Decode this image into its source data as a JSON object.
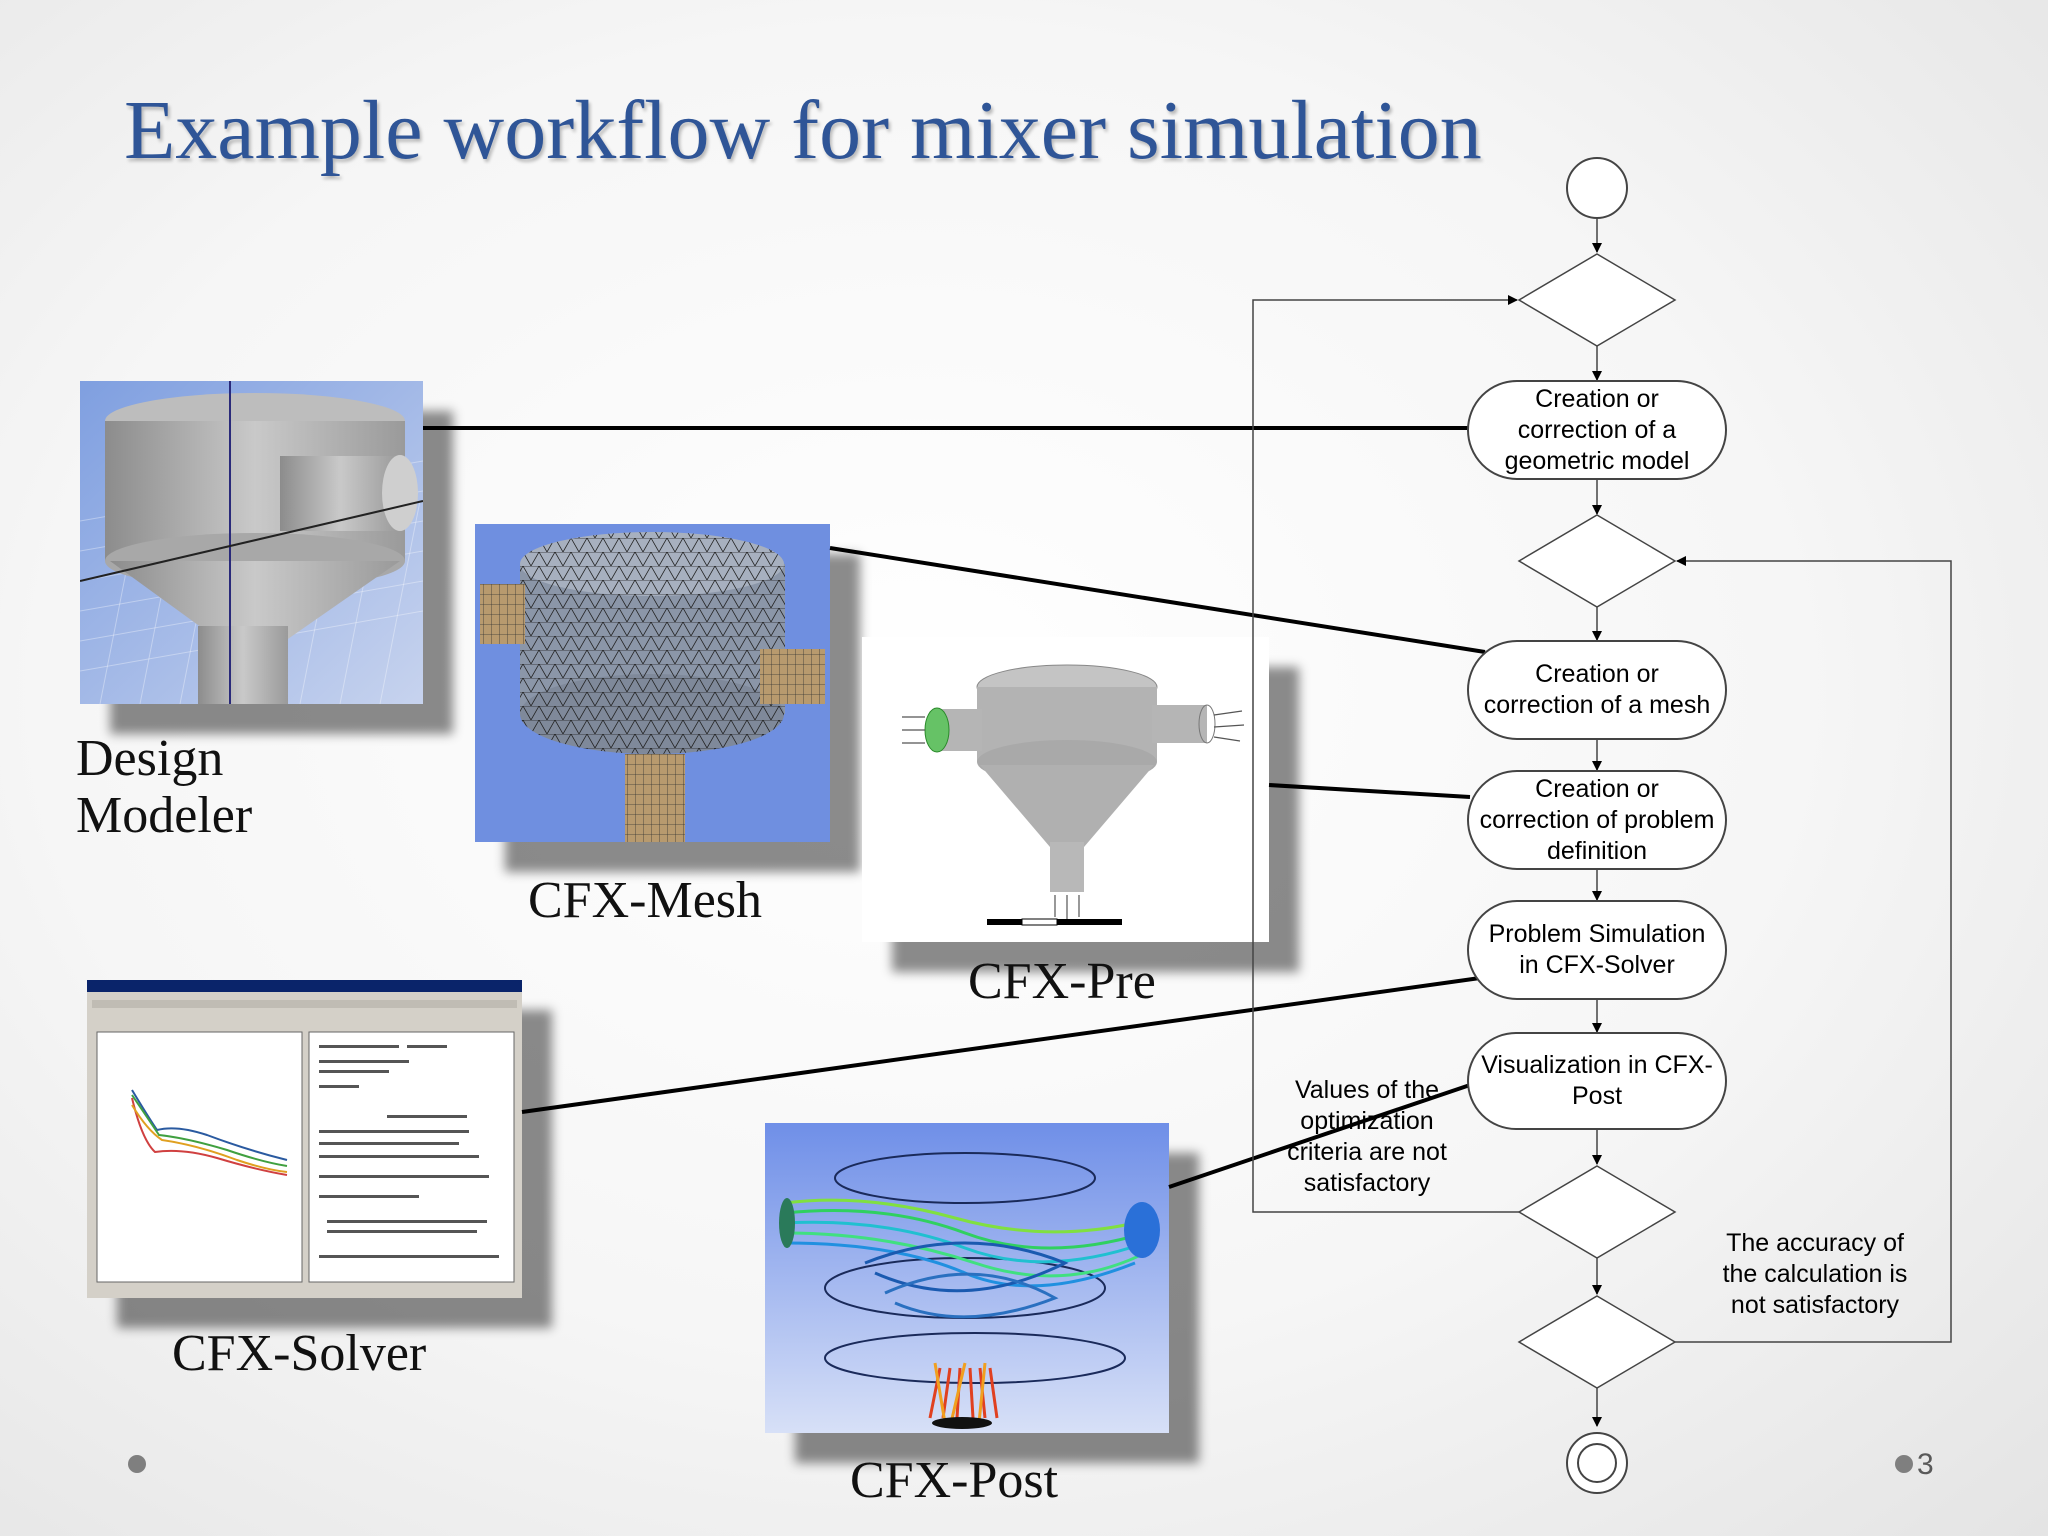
{
  "title": "Example workflow for mixer simulation",
  "captions": {
    "design_modeler": "Design\nModeler",
    "cfx_mesh": "CFX-Mesh",
    "cfx_pre": "CFX-Pre",
    "cfx_solver": "CFX-Solver",
    "cfx_post": "CFX-Post"
  },
  "flow": {
    "step_geometry": "Creation or\ncorrection of a\ngeometric model",
    "step_mesh": "Creation or\ncorrection of a mesh",
    "step_problem": "Creation or\ncorrection of problem\ndefinition",
    "step_simulation": "Problem Simulation\nin CFX-Solver",
    "step_visualization": "Visualization in CFX-\nPost",
    "note_optimization": "Values of the\noptimization\ncriteria are not\nsatisfactory",
    "note_accuracy": "The accuracy of\nthe calculation is\nnot satisfactory"
  },
  "page_number": "3",
  "colors": {
    "title": "#2f5597",
    "mesh_bg": "#6f8fe0",
    "post_bg": "#7d9ef0"
  }
}
